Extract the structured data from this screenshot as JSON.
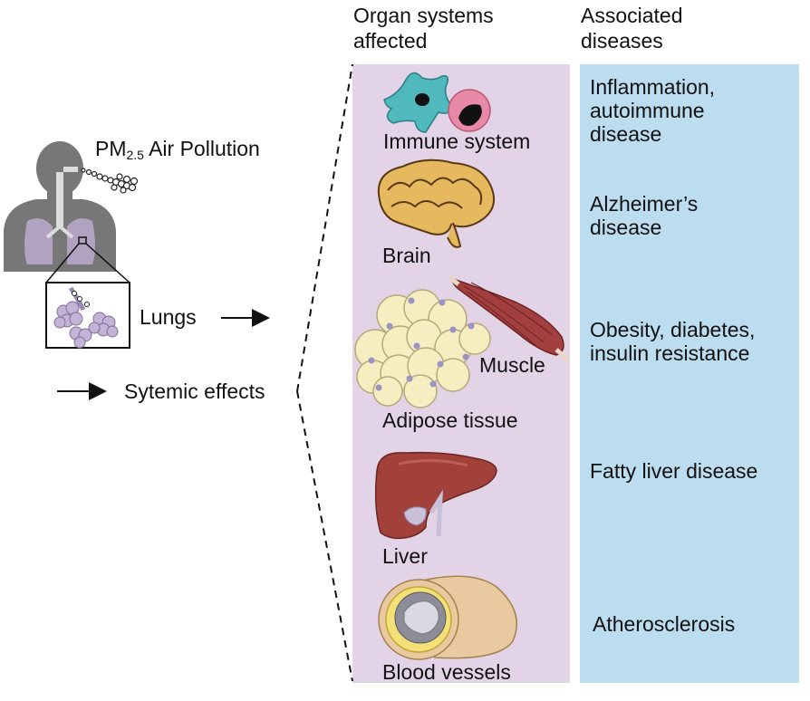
{
  "headers": {
    "organs": [
      "Organ systems",
      "affected"
    ],
    "diseases": [
      "Associated",
      "diseases"
    ]
  },
  "left": {
    "pollution": {
      "pm": "PM",
      "sub": "2.5",
      "rest": " Air Pollution"
    },
    "lungs_label": "Lungs",
    "systemic_label": "Sytemic effects"
  },
  "organs": [
    {
      "label": "Immune system"
    },
    {
      "label": "Brain"
    },
    {
      "label": "Muscle"
    },
    {
      "label": "Adipose tissue"
    },
    {
      "label": "Liver"
    },
    {
      "label": "Blood vessels"
    }
  ],
  "diseases": [
    {
      "lines": [
        "Inflammation,",
        "autoimmune",
        "disease"
      ]
    },
    {
      "lines": [
        "Alzheimer’s",
        "disease"
      ]
    },
    {
      "lines": [
        "Obesity, diabetes,",
        "insulin resistance"
      ]
    },
    {
      "lines": [
        "Fatty liver disease"
      ]
    },
    {
      "lines": [
        "Atherosclerosis"
      ]
    }
  ],
  "colors": {
    "organ_panel": "#e2d4e6",
    "disease_panel": "#bcdcef",
    "body_silhouette": "#777777",
    "lung_fill": "#b7a6c9",
    "immune_cell": "#4fb9be",
    "immune_cell2": "#e88aa7",
    "brain": "#e7b95f",
    "adipose": "#f5eec0",
    "muscle": "#a3403f",
    "liver": "#a2403a",
    "vessel": "#e9c9a0"
  }
}
